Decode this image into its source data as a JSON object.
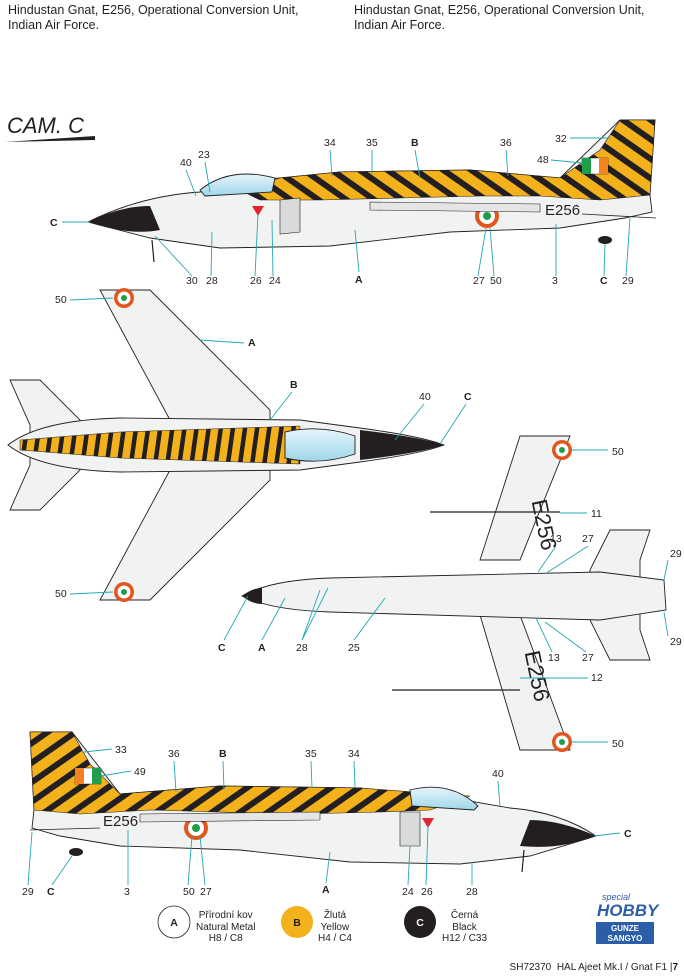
{
  "header": {
    "left": [
      "Hindustan Gnat, E256, Operational Conversion Unit,",
      "Indian Air Force."
    ],
    "right": [
      "Hindustan Gnat, E256, Operational Conversion Unit,",
      "Indian Air Force."
    ]
  },
  "camo_title": "CAM. C",
  "serial": "E256",
  "callouts": {
    "side1": [
      "40",
      "23",
      "34",
      "35",
      "B",
      "36",
      "32",
      "48",
      "C",
      "30",
      "28",
      "26",
      "24",
      "A",
      "27",
      "50",
      "3",
      "C",
      "29"
    ],
    "top": [
      "50",
      "A",
      "B",
      "40",
      "C",
      "50"
    ],
    "bottom": [
      "50",
      "11",
      "13",
      "27",
      "29",
      "29",
      "C",
      "A",
      "28",
      "25",
      "13",
      "27",
      "12",
      "50"
    ],
    "side2": [
      "33",
      "36",
      "B",
      "35",
      "34",
      "49",
      "40",
      "C",
      "29",
      "C",
      "3",
      "50",
      "27",
      "A",
      "24",
      "26",
      "28"
    ]
  },
  "legend": [
    {
      "letter": "A",
      "cz": "Přírodní kov",
      "en": "Natural Metal",
      "code": "H8 / C8",
      "color": "#ffffff",
      "text": "#231f20"
    },
    {
      "letter": "B",
      "cz": "Žlutá",
      "en": "Yellow",
      "code": "H4 / C4",
      "color": "#f3b21b",
      "text": "#231f20"
    },
    {
      "letter": "C",
      "cz": "Černá",
      "en": "Black",
      "code": "H12 / C33",
      "color": "#231f20",
      "text": "#ffffff"
    }
  ],
  "brand": {
    "top": "special",
    "main": "HOBBY",
    "sub1": "GUNZE",
    "sub2": "SANGYO"
  },
  "footer": {
    "code": "SH72370",
    "title": "HAL Ajeet Mk.I / Gnat F1",
    "page": "7"
  },
  "colors": {
    "yellow": "#f3b21b",
    "black": "#231f20",
    "metal": "#f1f2f2",
    "leader": "#25a7b5",
    "saffron": "#f58220",
    "green": "#1f9d4a",
    "roundel_red": "#e2561d"
  }
}
